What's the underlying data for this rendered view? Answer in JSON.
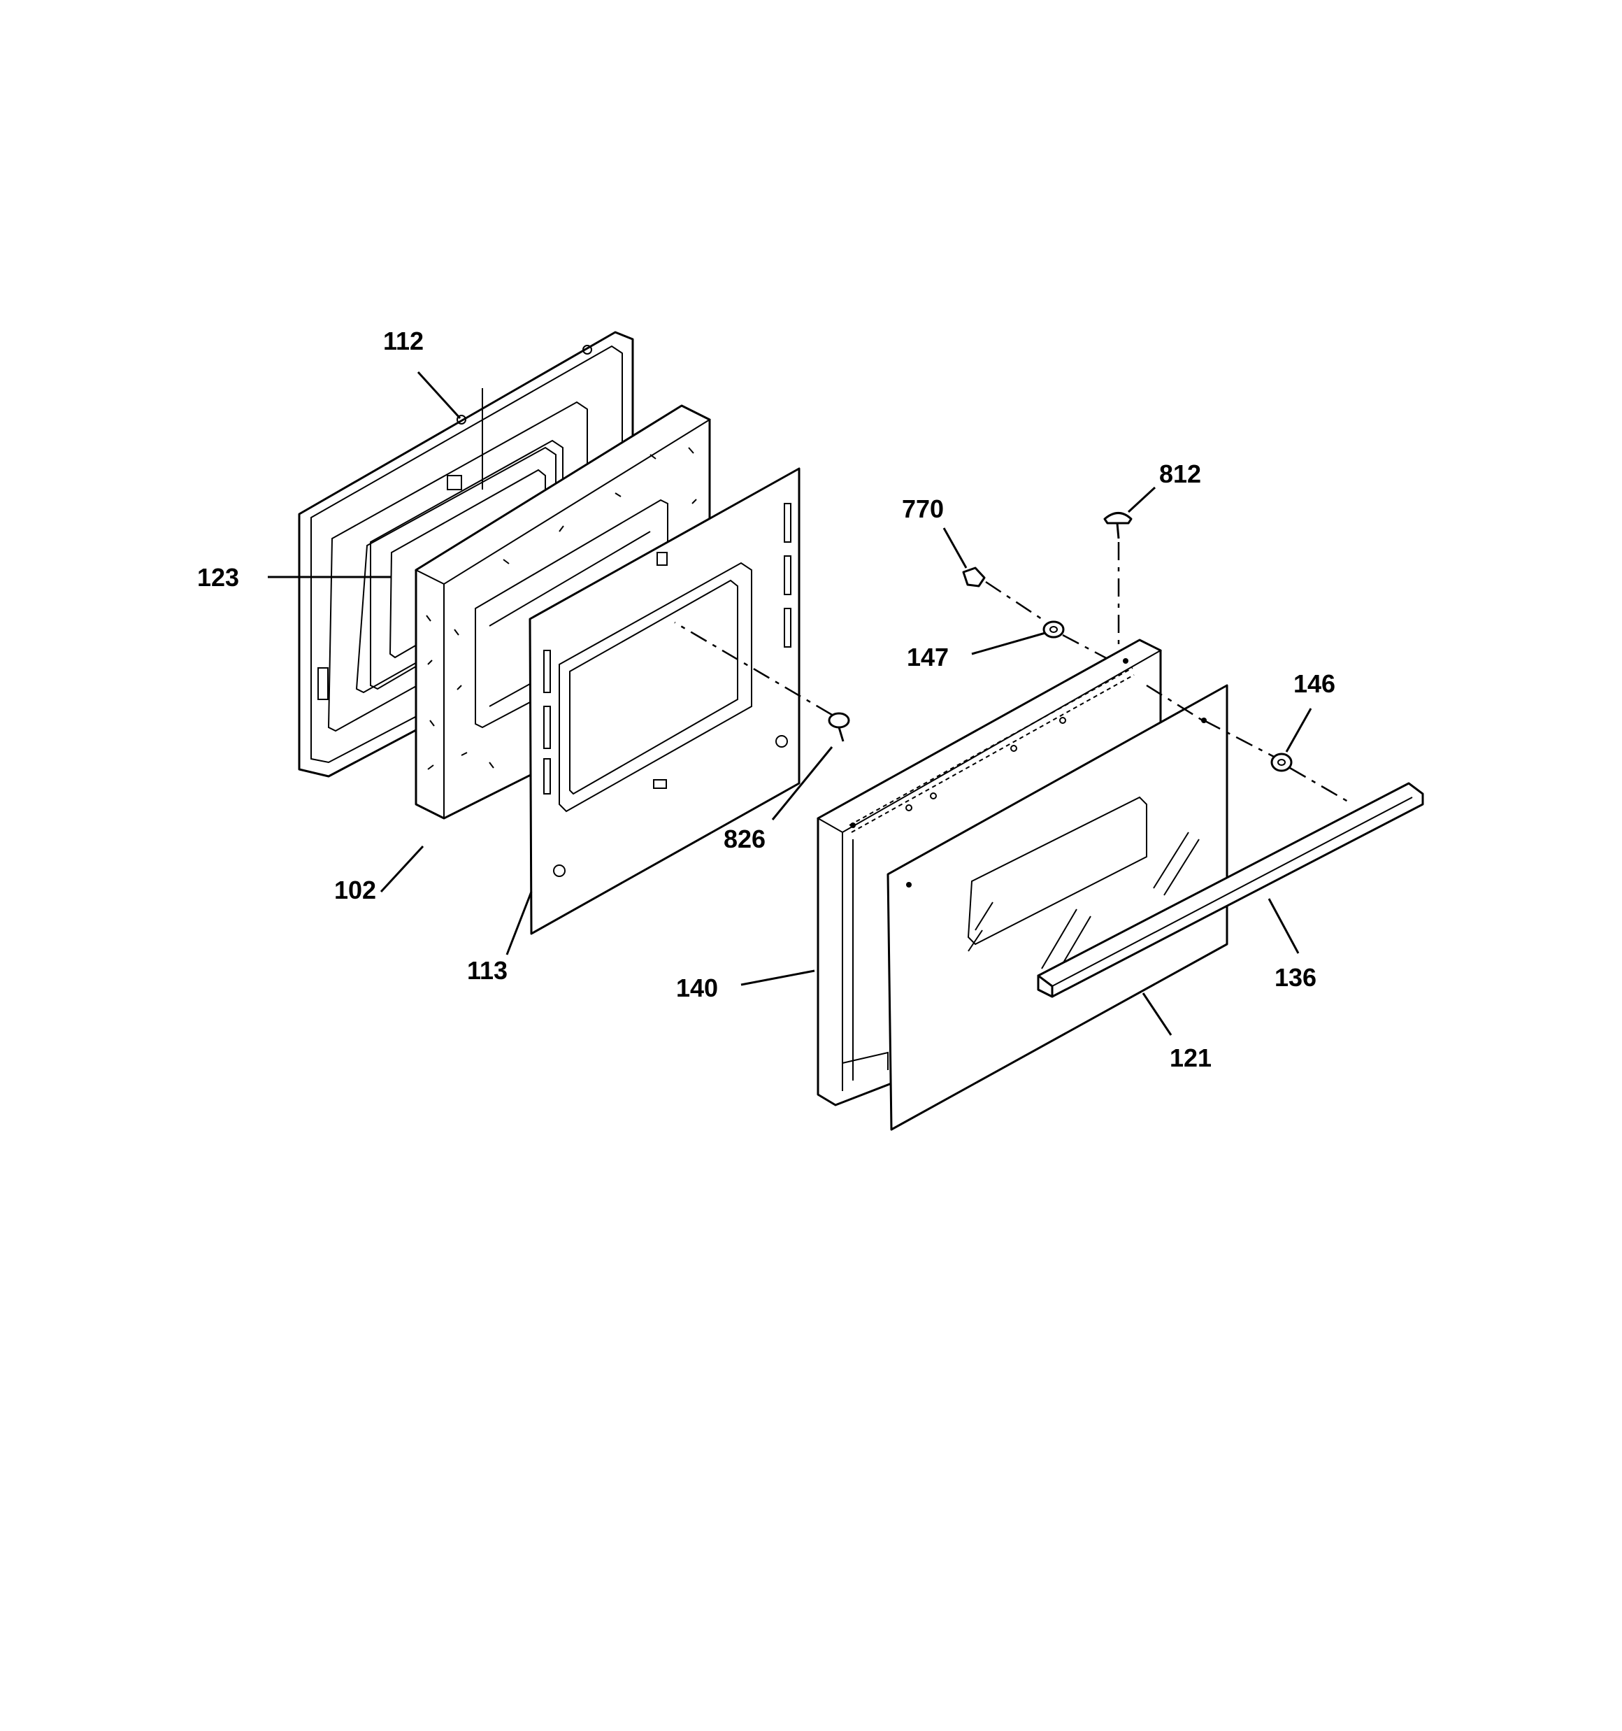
{
  "callouts": {
    "c112": "112",
    "c123": "123",
    "c102": "102",
    "c113": "113",
    "c826": "826",
    "c770": "770",
    "c812": "812",
    "c147": "147",
    "c146": "146",
    "c140": "140",
    "c136": "136",
    "c121": "121"
  }
}
